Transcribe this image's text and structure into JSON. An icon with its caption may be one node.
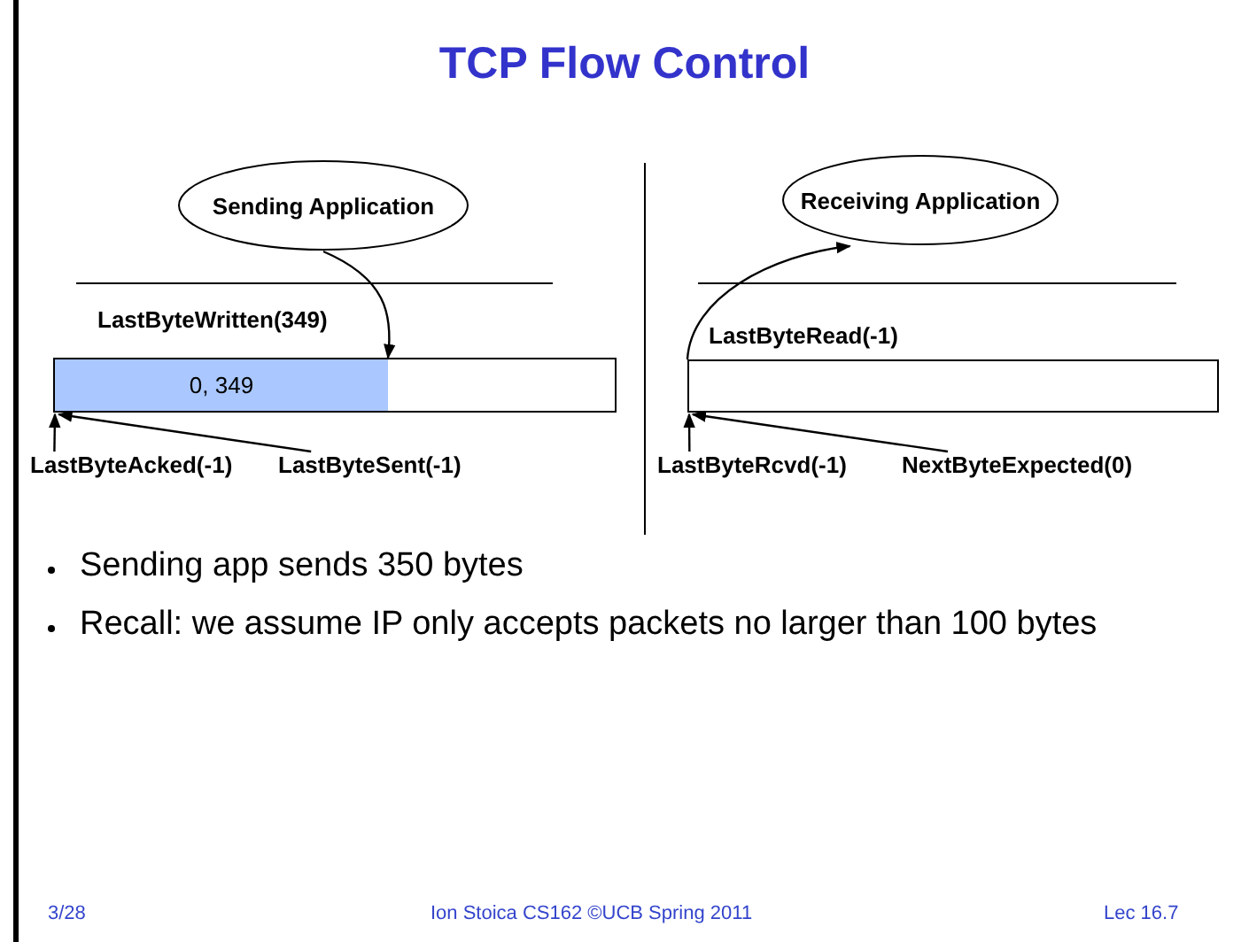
{
  "diagram": {
    "title": "TCP Flow Control",
    "nodes": [
      {
        "text": [
          "Sending Application"
        ]
      },
      {
        "text": [],
        "shape": "bar"
      },
      {
        "text": [
          "0, 349"
        ],
        "in": 1
      },
      {
        "text": [
          "LastByteAcked(-1)"
        ]
      },
      {
        "text": [
          "LastByteSent(-1)"
        ]
      },
      {
        "text": [
          "Receiving Application"
        ]
      },
      {
        "text": [],
        "shape": "bar"
      },
      {
        "text": [
          "LastByteRcvd(-1)"
        ]
      },
      {
        "text": [
          "NextByteExpected(0)"
        ]
      }
    ],
    "edges": [
      {
        "from": 0,
        "to": 2,
        "arrow": "to"
      },
      {
        "from": 3,
        "to": 1,
        "arrow": "to"
      },
      {
        "from": 4,
        "to": 1,
        "arrow": "to"
      },
      {
        "from": 6,
        "to": 5,
        "arrow": "to"
      },
      {
        "from": 7,
        "to": 6,
        "arrow": "to"
      },
      {
        "from": 8,
        "to": 6,
        "arrow": "to"
      }
    ],
    "labels": [
      "LastByteWritten(349)",
      "LastByteRead(-1)",
      "Sending app sends 350 bytes",
      "Recall: we assume IP only accepts packets no larger than 100 bytes",
      "3/28",
      "Ion Stoica CS162 ©UCB Spring 2011",
      "Lec 16.7"
    ]
  }
}
